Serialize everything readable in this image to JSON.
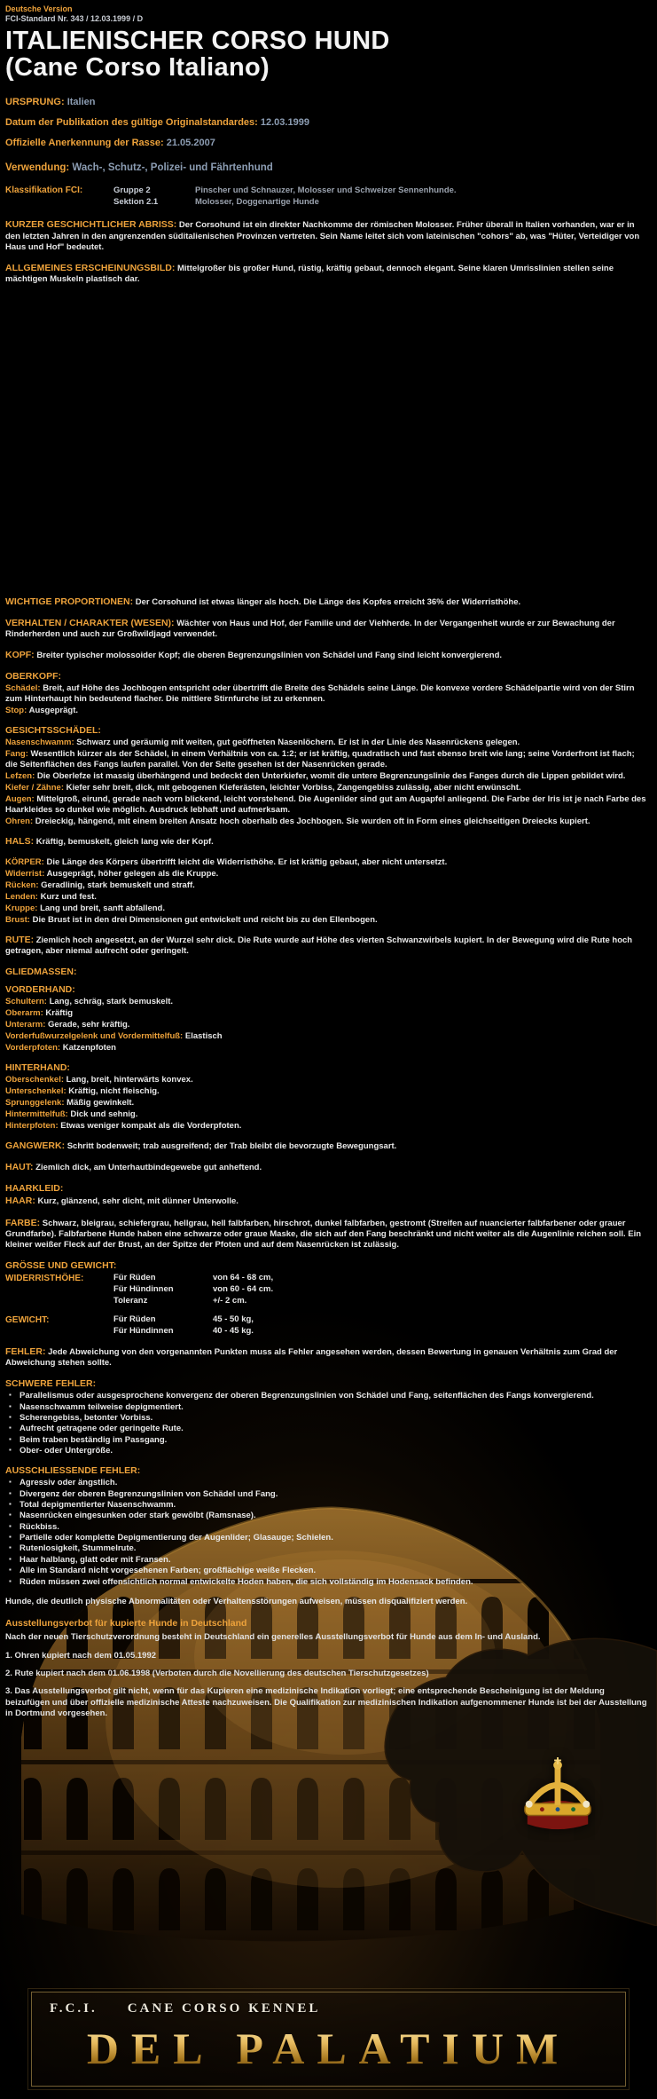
{
  "colors": {
    "background": "#000000",
    "accent_orange": "#EDA23B",
    "body_text": "#E8E8E8",
    "value_blue_gray": "#8C9DB3",
    "gold": "#D9B04A"
  },
  "header": {
    "version": "Deutsche Version",
    "standard_ref": "FCI-Standard Nr. 343 / 12.03.1999 / D",
    "title": "ITALIENISCHER CORSO HUND",
    "subtitle": "(Cane Corso Italiano)"
  },
  "meta": {
    "origin_label": "URSPRUNG:",
    "origin_value": "Italien",
    "publication_label": "Datum der Publikation des gültige Originalstandardes:",
    "publication_value": "12.03.1999",
    "recognition_label": "Offizielle Anerkennung der Rasse:",
    "recognition_value": "21.05.2007",
    "usage_label": "Verwendung:",
    "usage_value": "Wach-, Schutz-, Polizei- und Fährtenhund",
    "classification_label": "Klassifikation FCI:",
    "group_label": "Gruppe 2",
    "group_value": "Pinscher und Schnauzer, Molosser und Schweizer Sennenhunde.",
    "section_label": "Sektion 2.1",
    "section_value": "Molosser, Doggenartige Hunde"
  },
  "sections": {
    "history": {
      "label": "KURZER GESCHICHTLICHER ABRISS:",
      "text": "Der Corsohund ist ein direkter Nachkomme der römischen Molosser. Früher überall in Italien vorhanden, war er in den letzten Jahren in den angrenzenden süditalienischen Provinzen vertreten. Sein Name leitet sich vom lateinischen \"cohors\" ab, was \"Hüter, Verteidiger von Haus und Hof\" bedeutet."
    },
    "appearance": {
      "label": "ALLGEMEINES ERSCHEINUNGSBILD:",
      "text": "Mittelgroßer bis großer Hund, rüstig, kräftig gebaut, dennoch elegant. Seine klaren Umrisslinien stellen seine mächtigen Muskeln plastisch dar."
    },
    "proportions": {
      "label": "WICHTIGE PROPORTIONEN:",
      "text": "Der Corsohund ist etwas länger als hoch. Die Länge des Kopfes erreicht 36% der Widerristhöhe."
    },
    "behaviour": {
      "label": "VERHALTEN / CHARAKTER (WESEN):",
      "text": "Wächter von Haus und Hof, der Familie und der Viehherde. In der Vergangenheit wurde er zur Bewachung der Rinderherden und auch zur Großwildjagd verwendet."
    },
    "kopf": {
      "label": "KOPF:",
      "text": "Breiter typischer molossoider Kopf; die oberen Begrenzungslinien von Schädel und Fang sind leicht konvergierend."
    },
    "oberkopf": {
      "label": "OBERKOPF:",
      "items": [
        {
          "label": "Schädel:",
          "text": "Breit, auf Höhe des Jochbogen entspricht oder übertrifft die Breite des Schädels seine Länge. Die konvexe vordere Schädelpartie wird von der Stirn zum Hinterhaupt hin bedeutend flacher. Die mittlere Stirnfurche ist zu erkennen."
        },
        {
          "label": "Stop:",
          "text": "Ausgeprägt."
        }
      ]
    },
    "gesicht": {
      "label": "GESICHTSSCHÄDEL:",
      "items": [
        {
          "label": "Nasenschwamm:",
          "text": "Schwarz und geräumig mit weiten, gut geöffneten Nasenlöchern. Er ist in der Linie des Nasenrückens gelegen."
        },
        {
          "label": "Fang:",
          "text": "Wesentlich kürzer als der Schädel, in einem Verhältnis von ca. 1:2; er ist kräftig, quadratisch und fast ebenso breit wie lang; seine Vorderfront ist flach; die Seitenflächen des Fangs laufen parallel. Von der Seite gesehen ist der Nasenrücken gerade."
        },
        {
          "label": "Lefzen:",
          "text": "Die Oberlefze ist massig überhängend und bedeckt den Unterkiefer, womit die untere Begrenzungslinie des Fanges durch die Lippen gebildet wird."
        },
        {
          "label": "Kiefer / Zähne:",
          "text": "Kiefer sehr breit, dick, mit gebogenen Kieferästen, leichter Vorbiss, Zangengebiss zulässig, aber nicht erwünscht."
        },
        {
          "label": "Augen:",
          "text": "Mittelgroß, eirund, gerade nach vorn blickend, leicht vorstehend. Die Augenlider sind gut am Augapfel anliegend. Die Farbe der Iris ist je nach Farbe des Haarkleides so dunkel wie möglich. Ausdruck lebhaft und aufmerksam."
        },
        {
          "label": "Ohren:",
          "text": "Dreieckig, hängend, mit einem breiten Ansatz hoch oberhalb des Jochbogen. Sie wurden oft in Form eines gleichseitigen Dreiecks kupiert."
        }
      ]
    },
    "hals": {
      "label": "HALS:",
      "text": "Kräftig, bemuskelt, gleich lang wie der Kopf."
    },
    "koerper": {
      "label": "KÖRPER:",
      "text": "Die Länge des Körpers übertrifft leicht die Widerristhöhe. Er ist kräftig gebaut, aber nicht untersetzt.",
      "items": [
        {
          "label": "Widerrist:",
          "text": "Ausgeprägt, höher gelegen als die Kruppe."
        },
        {
          "label": "Rücken:",
          "text": "Geradlinig, stark bemuskelt und straff."
        },
        {
          "label": "Lenden:",
          "text": "Kurz und fest."
        },
        {
          "label": "Kruppe:",
          "text": "Lang und breit, sanft abfallend."
        },
        {
          "label": "Brust:",
          "text": "Die Brust ist in den drei Dimensionen gut entwickelt und reicht bis zu den Ellenbogen."
        }
      ]
    },
    "rute": {
      "label": "RUTE:",
      "text": "Ziemlich hoch angesetzt, an der Wurzel sehr dick. Die Rute wurde auf Höhe des vierten Schwanzwirbels kupiert. In der Bewegung wird die Rute hoch getragen, aber niemal aufrecht oder geringelt."
    },
    "gliedmassen_label": "GLIEDMASSEN:",
    "vorderhand": {
      "label": "VORDERHAND:",
      "items": [
        {
          "label": "Schultern:",
          "text": "Lang, schräg, stark bemuskelt."
        },
        {
          "label": "Oberarm:",
          "text": "Kräftig"
        },
        {
          "label": "Unterarm:",
          "text": "Gerade, sehr kräftig."
        },
        {
          "label": "Vorderfußwurzelgelenk und Vordermittelfuß:",
          "text": "Elastisch"
        },
        {
          "label": "Vorderpfoten:",
          "text": "Katzenpfoten"
        }
      ]
    },
    "hinterhand": {
      "label": "HINTERHAND:",
      "items": [
        {
          "label": "Oberschenkel:",
          "text": "Lang, breit, hinterwärts konvex."
        },
        {
          "label": "Unterschenkel:",
          "text": "Kräftig, nicht fleischig."
        },
        {
          "label": "Sprunggelenk:",
          "text": "Mäßig gewinkelt."
        },
        {
          "label": "Hintermittelfuß:",
          "text": "Dick und sehnig."
        },
        {
          "label": "Hinterpfoten:",
          "text": "Etwas weniger kompakt als die Vorderpfoten."
        }
      ]
    },
    "gangwerk": {
      "label": "GANGWERK:",
      "text": "Schritt bodenweit; trab ausgreifend; der Trab bleibt die bevorzugte Bewegungsart."
    },
    "haut": {
      "label": "HAUT:",
      "text": "Ziemlich dick, am Unterhautbindegewebe gut anheftend."
    },
    "haarkleid_label": "HAARKLEID:",
    "haar": {
      "label": "HAAR:",
      "text": "Kurz, glänzend, sehr dicht, mit dünner Unterwolle."
    },
    "farbe": {
      "label": "FARBE:",
      "text": "Schwarz, bleigrau, schiefergrau, hellgrau, hell falbfarben, hirschrot, dunkel falbfarben, gestromt (Streifen auf nuancierter falbfarbener oder grauer Grundfarbe). Falbfarbene Hunde haben eine schwarze oder graue Maske, die sich auf den Fang beschränkt und nicht weiter als die Augenlinie reichen soll. Ein kleiner weißer Fleck auf der Brust, an der Spitze der Pfoten und auf dem Nasenrücken ist zulässig."
    },
    "groesse": {
      "label": "GRÖSSE UND GEWICHT:",
      "height_label": "WIDERRISTHÖHE:",
      "height_rows": [
        {
          "who": "Für Rüden",
          "value": "von 64 - 68 cm,"
        },
        {
          "who": "Für Hündinnen",
          "value": "von 60 - 64 cm."
        },
        {
          "who": "Toleranz",
          "value": "+/- 2 cm."
        }
      ],
      "weight_label": "GEWICHT:",
      "weight_rows": [
        {
          "who": "Für Rüden",
          "value": "45 - 50 kg,"
        },
        {
          "who": "Für Hündinnen",
          "value": "40 - 45 kg."
        }
      ]
    },
    "fehler": {
      "label": "FEHLER:",
      "text": "Jede Abweichung von den vorgenannten Punkten muss als Fehler angesehen werden, dessen Bewertung in genauen Verhältnis zum Grad der Abweichung stehen sollte."
    },
    "schwere_fehler": {
      "label": "SCHWERE FEHLER:",
      "bullets": [
        "Parallelismus oder ausgesprochene konvergenz der oberen Begrenzungslinien von Schädel und Fang, seitenflächen des Fangs konvergierend.",
        "Nasenschwamm teilweise depigmentiert.",
        "Scherengebiss, betonter Vorbiss.",
        "Aufrecht getragene oder geringelte Rute.",
        "Beim traben beständig im Passgang.",
        "Ober- oder Untergröße."
      ]
    },
    "ausschliessende_fehler": {
      "label": "AUSSCHLIESSENDE FEHLER:",
      "bullets": [
        "Agressiv oder ängstlich.",
        "Divergenz der oberen Begrenzungslinien von Schädel und Fang.",
        "Total depigmentierter Nasenschwamm.",
        "Nasenrücken eingesunken oder stark gewölbt (Ramsnase).",
        "Rückbiss.",
        "Partielle oder komplette Depigmentierung der Augenlider; Glasauge; Schielen.",
        "Rutenlosigkeit, Stummelrute.",
        "Haar halblang, glatt oder mit Fransen.",
        "Alle im Standard nicht vorgesehenen Farben; großflächige weiße Flecken.",
        "Rüden müssen zwei offensichtlich normal entwickelte Hoden haben, die sich vollständig im Hodensack befinden."
      ]
    },
    "disqualification_note": "Hunde, die deutlich physische Abnormalitäten oder Verhaltensstörungen aufweisen, müssen disqualifiziert werden.",
    "verbot": {
      "label": "Ausstellungsverbot für kupierte Hunde in Deutschland",
      "intro": "Nach der neuen Tierschutzverordnung besteht in Deutschland ein generelles Ausstellungsverbot für Hunde aus dem In- und Ausland.",
      "points": [
        "1. Ohren kupiert nach dem 01.05.1992",
        "2. Rute kupiert nach dem 01.06.1998 (Verboten durch die Novellierung des deutschen Tierschutzgesetzes)",
        "3. Das Ausstellungsverbot gilt nicht, wenn für das Kupieren eine medizinische Indikation vorliegt; eine entsprechende Bescheinigung ist der Meldung beizufügen und über offizielle medizinische Atteste nachzuweisen. Die Qualifikation zur medizinischen Indikation aufgenommener Hunde ist bei der Ausstellung in Dortmund vorgesehen."
      ]
    }
  },
  "footer": {
    "fci": "F.C.I.",
    "kennel": "CANE CORSO KENNEL",
    "name": "DEL PALATIUM"
  }
}
